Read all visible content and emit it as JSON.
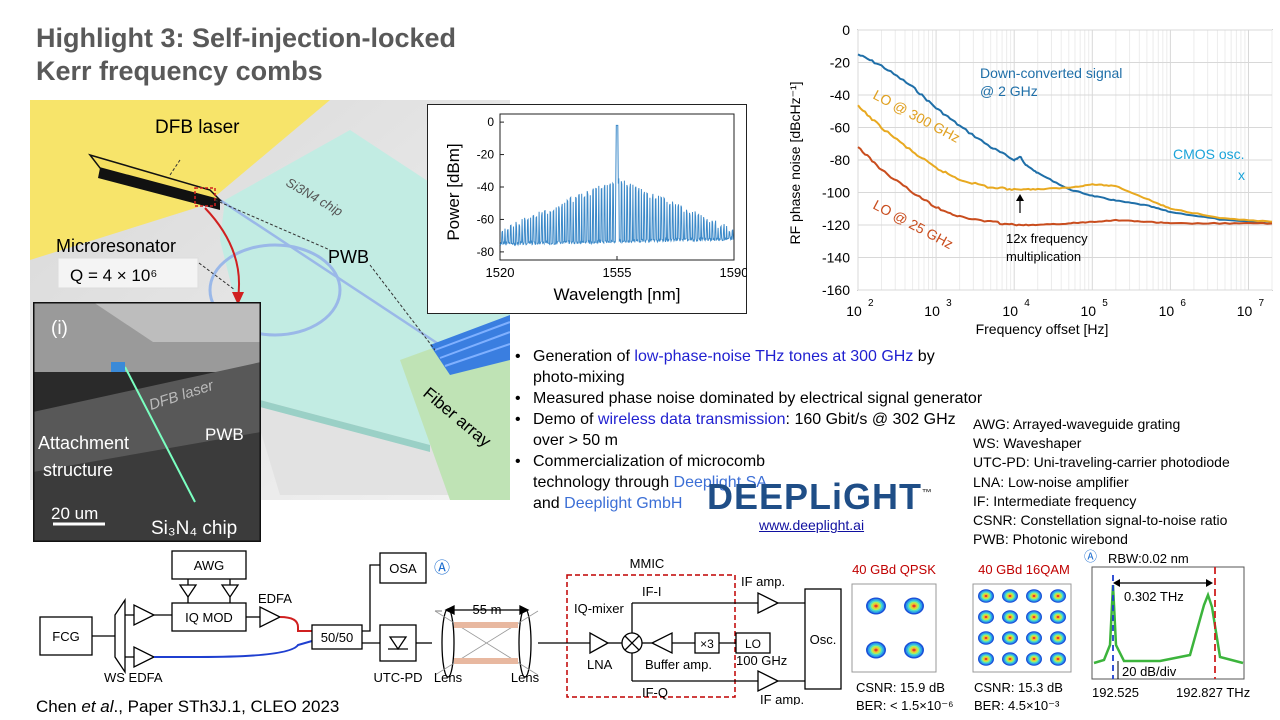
{
  "title": {
    "line1": "Highlight 3: Self-injection-locked",
    "line2": "Kerr frequency combs"
  },
  "device": {
    "dfb_label": "DFB laser",
    "chip_label": "Si3N4 chip",
    "microresonator_label": "Microresonator",
    "q_formula": "Q = 4 × 10⁶",
    "pwb_label": "PWB",
    "fiber_array_label": "Fiber array"
  },
  "sem_inset": {
    "panel_label": "(i)",
    "dfb_label": "DFB laser",
    "attach_line1": "Attachment",
    "attach_line2": "structure",
    "pwb_label": "PWB",
    "scalebar": "20 um",
    "chip_label": "Si₃N₄ chip"
  },
  "spectrum_chart": {
    "type": "line",
    "xlabel": "Wavelength [nm]",
    "ylabel": "Power [dBm]",
    "xticks": [
      "1520",
      "1555",
      "1590"
    ],
    "yticks": [
      "0",
      "-20",
      "-40",
      "-60",
      "-80"
    ],
    "xlim": [
      1520,
      1590
    ],
    "ylim": [
      -85,
      5
    ],
    "color": "#3d8ac9"
  },
  "chart_data": {
    "type": "line",
    "title": "",
    "xlabel": "Frequency offset [Hz]",
    "ylabel": "RF phase noise [dBcHz⁻¹]",
    "x_scale": "log",
    "xlim": [
      100,
      20000000
    ],
    "ylim": [
      -160,
      0
    ],
    "xticks": [
      100,
      1000,
      10000,
      100000,
      1000000,
      10000000
    ],
    "xtick_labels": [
      "10",
      "10",
      "10",
      "10",
      "10",
      "10"
    ],
    "xtick_exponents": [
      "2",
      "3",
      "4",
      "5",
      "6",
      "7"
    ],
    "yticks": [
      0,
      -20,
      -40,
      -60,
      -80,
      -100,
      -120,
      -140,
      -160
    ],
    "grid": true,
    "series": [
      {
        "name": "Down-converted signal @ 2 GHz",
        "color": "#1f6fa8",
        "x": [
          100,
          200,
          500,
          1000,
          2000,
          5000,
          10000,
          12000,
          14000,
          20000,
          50000,
          100000,
          200000,
          500000,
          1000000,
          5000000,
          20000000
        ],
        "y": [
          -15,
          -22,
          -35,
          -48,
          -59,
          -72,
          -80,
          -78,
          -83,
          -88,
          -98,
          -102,
          -105,
          -108,
          -112,
          -117,
          -119
        ]
      },
      {
        "name": "LO @ 300 GHz",
        "color": "#e8a920",
        "x": [
          100,
          200,
          500,
          1000,
          2000,
          5000,
          10000,
          20000,
          50000,
          100000,
          200000,
          500000,
          1000000,
          5000000,
          20000000
        ],
        "y": [
          -47,
          -60,
          -75,
          -85,
          -92,
          -97,
          -98,
          -98,
          -97,
          -95,
          -96,
          -104,
          -110,
          -116,
          -118
        ]
      },
      {
        "name": "LO @ 25 GHz",
        "color": "#c94d1e",
        "x": [
          100,
          200,
          500,
          1000,
          2000,
          5000,
          10000,
          20000,
          50000,
          100000,
          200000,
          500000,
          1000000,
          5000000,
          20000000
        ],
        "y": [
          -72,
          -86,
          -100,
          -109,
          -115,
          -118,
          -120,
          -120,
          -119,
          -118,
          -117,
          -118,
          -119,
          -119,
          -119
        ]
      }
    ],
    "annotations": {
      "down_converted_line1": "Down-converted signal",
      "down_converted_line2": "@ 2 GHz",
      "lo300": "LO @ 300 GHz",
      "lo25": "LO @ 25 GHz",
      "cmos_line1": "CMOS osc.",
      "cmos_line2": "x",
      "mult_line1": "12x frequency",
      "mult_line2": "multiplication"
    }
  },
  "bullets": {
    "b1_pre": "Generation of ",
    "b1_hl": "low-phase-noise THz tones at 300 GHz",
    "b1_post": " by photo-mixing",
    "b2": "Measured phase noise dominated by electrical signal generator",
    "b3_pre": "Demo of ",
    "b3_hl": "wireless data transmission",
    "b3_post": ": 160 Gbit/s @ 302 GHz over > 50 m",
    "b4_line1": "Commercialization of microcomb",
    "b4_line2_pre": "technology through ",
    "b4_line2_hl": "Deeplight SA",
    "b4_line3_pre": "and ",
    "b4_line3_hl": "Deeplight GmbH"
  },
  "deeplight": {
    "logo": "DEEPLiGHT",
    "tm": "™",
    "url": "www.deeplight.ai"
  },
  "abbreviations": [
    "AWG: Arrayed-waveguide grating",
    "WS: Waveshaper",
    "UTC-PD: Uni-traveling-carrier photodiode",
    "LNA: Low-noise amplifier",
    "IF: Intermediate frequency",
    "CSNR: Constellation signal-to-noise ratio",
    "PWB: Photonic wirebond"
  ],
  "setup": {
    "fcg": "FCG",
    "ws_edfa": "WS  EDFA",
    "awg": "AWG",
    "iq_mod": "IQ MOD",
    "edfa": "EDFA",
    "splitter": "50/50",
    "osa": "OSA",
    "marker": "Ⓐ",
    "utc_pd": "UTC-PD",
    "lens1": "Lens",
    "lens2": "Lens",
    "distance": "55 m",
    "mmic": "MMIC",
    "iq_mixer": "IQ-mixer",
    "if_i": "IF-I",
    "if_q": "IF-Q",
    "lna": "LNA",
    "buffer": "Buffer amp.",
    "x3": "×3",
    "lo": "LO",
    "lo_freq": "100 GHz",
    "if_amp_top": "IF amp.",
    "if_amp_bottom": "IF amp.",
    "osc": "Osc."
  },
  "constellations": {
    "qpsk_title": "40 GBd QPSK",
    "qam_title": "40 GBd 16QAM",
    "qpsk_csnr": "CSNR: 15.9 dB",
    "qpsk_ber": "BER: < 1.5×10⁻⁶",
    "qam_csnr": "CSNR: 15.3 dB",
    "qam_ber": "BER: 4.5×10⁻³"
  },
  "rf_spectrum": {
    "marker": "Ⓐ",
    "rbw": "RBW:0.02 nm",
    "spacing": "0.302 THz",
    "scale": "20 dB/div",
    "f1": "192.525",
    "f2": "192.827 THz"
  },
  "footer": {
    "author": "Chen ",
    "etal": "et al",
    "rest": "., Paper STh3J.1, CLEO 2023"
  }
}
